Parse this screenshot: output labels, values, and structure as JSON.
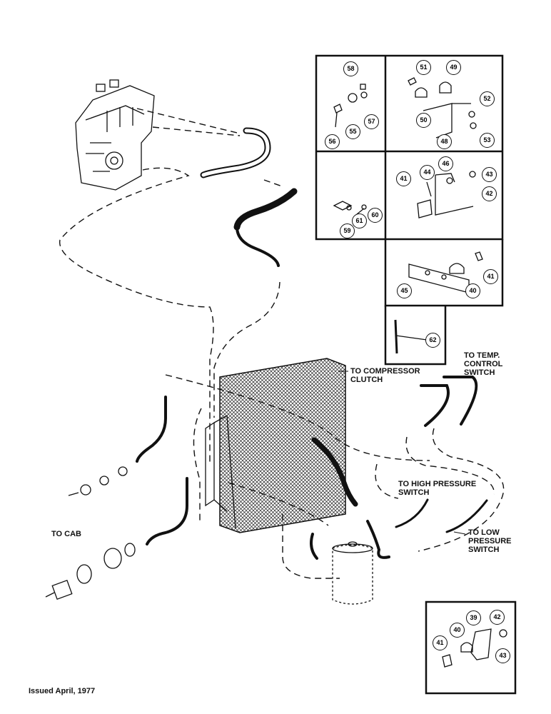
{
  "labels": {
    "to_compressor_clutch": [
      "TO COMPRESSOR",
      "CLUTCH"
    ],
    "to_temp_control_switch": [
      "TO TEMP.",
      "CONTROL",
      "SWITCH"
    ],
    "to_high_pressure_switch": [
      "TO HIGH PRESSURE",
      "SWITCH"
    ],
    "to_low_pressure_switch": [
      "TO LOW",
      "PRESSURE",
      "SWITCH"
    ],
    "to_cab": "TO CAB",
    "issued": "Issued April, 1977"
  },
  "callouts": {
    "c58": "58",
    "c51": "51",
    "c49": "49",
    "c57": "57",
    "c55": "55",
    "c56": "56",
    "c50": "50",
    "c52": "52",
    "c48": "48",
    "c53": "53",
    "c46": "46",
    "c43a": "43",
    "c41a": "41",
    "c44": "44",
    "c42a": "42",
    "c60": "60",
    "c61": "61",
    "c59": "59",
    "c41b": "41",
    "c45": "45",
    "c40a": "40",
    "c62": "62",
    "c39": "39",
    "c42b": "42",
    "c40b": "40",
    "c41c": "41",
    "c43b": "43"
  }
}
